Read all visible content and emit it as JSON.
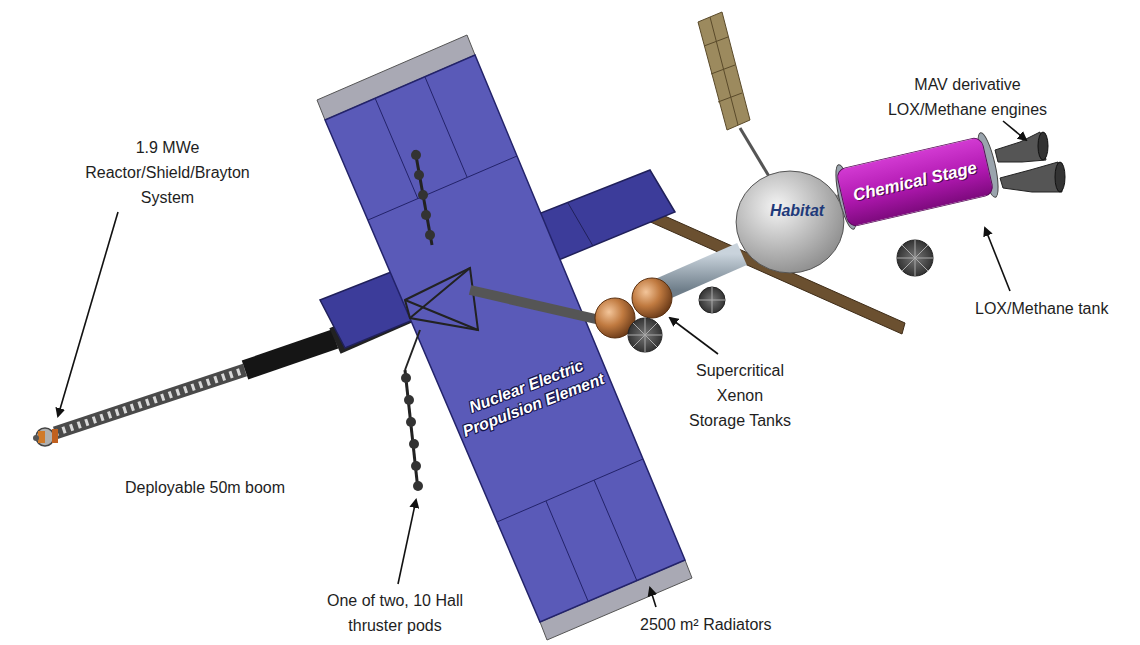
{
  "diagram": {
    "nodes": [
      {
        "text": [
          "Nuclear Electric Propulsion Element"
        ]
      },
      {
        "text": [
          "Habitat"
        ]
      },
      {
        "text": [
          "Chemical Stage"
        ]
      }
    ],
    "labels": [
      "1.9 MWe Reactor/Shield/Brayton System",
      "Deployable 50m boom",
      "One of two, 10 Hall thruster pods",
      "2500 m² Radiators",
      "Supercritical Xenon Storage Tanks",
      "MAV derivative LOX/Methane engines",
      "LOX/Methane tank"
    ]
  }
}
